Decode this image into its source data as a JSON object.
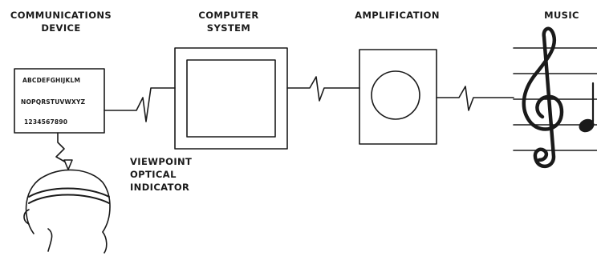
{
  "labels": {
    "communications": [
      "COMMUNICATIONS",
      "DEVICE"
    ],
    "computer": [
      "COMPUTER",
      "SYSTEM"
    ],
    "amplification": "AMPLIFICATION",
    "music": "MUSIC",
    "viewpoint": [
      "VIEWPOINT",
      "OPTICAL",
      "INDICATOR"
    ]
  },
  "card": {
    "row1": "ABCDEFGHIJKLM",
    "row2": "NOPQRSTUVWXYZ",
    "row3": "1234567890"
  }
}
